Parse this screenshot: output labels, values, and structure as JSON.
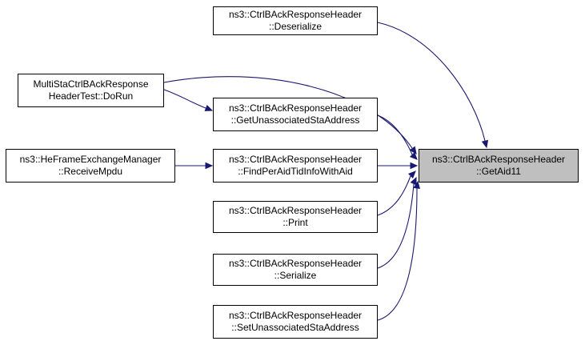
{
  "diagram": {
    "type": "doxygen-caller-graph",
    "colors": {
      "edge": "#191970",
      "node_border": "#000000",
      "node_fill": "#ffffff",
      "highlight_fill": "#bfbfbf",
      "text": "#000000",
      "background": "#ffffff"
    },
    "nodes": {
      "deserialize": {
        "line1": "ns3::CtrlBAckResponseHeader",
        "line2": "::Deserialize"
      },
      "dorun": {
        "line1": "MultiStaCtrlBAckResponse",
        "line2": "HeaderTest::DoRun"
      },
      "get_unassociated": {
        "line1": "ns3::CtrlBAckResponseHeader",
        "line2": "::GetUnassociatedStaAddress"
      },
      "receive_mpdu": {
        "line1": "ns3::HeFrameExchangeManager",
        "line2": "::ReceiveMpdu"
      },
      "find_per_aid": {
        "line1": "ns3::CtrlBAckResponseHeader",
        "line2": "::FindPerAidTidInfoWithAid"
      },
      "print": {
        "line1": "ns3::CtrlBAckResponseHeader",
        "line2": "::Print"
      },
      "serialize": {
        "line1": "ns3::CtrlBAckResponseHeader",
        "line2": "::Serialize"
      },
      "set_unassociated": {
        "line1": "ns3::CtrlBAckResponseHeader",
        "line2": "::SetUnassociatedStaAddress"
      },
      "get_aid11": {
        "line1": "ns3::CtrlBAckResponseHeader",
        "line2": "::GetAid11"
      }
    },
    "edges": [
      {
        "from": "deserialize",
        "to": "get_aid11"
      },
      {
        "from": "dorun",
        "to": "get_unassociated"
      },
      {
        "from": "dorun",
        "to": "get_aid11"
      },
      {
        "from": "receive_mpdu",
        "to": "find_per_aid"
      },
      {
        "from": "get_unassociated",
        "to": "get_aid11"
      },
      {
        "from": "find_per_aid",
        "to": "get_aid11"
      },
      {
        "from": "print",
        "to": "get_aid11"
      },
      {
        "from": "serialize",
        "to": "get_aid11"
      },
      {
        "from": "set_unassociated",
        "to": "get_aid11"
      }
    ]
  }
}
